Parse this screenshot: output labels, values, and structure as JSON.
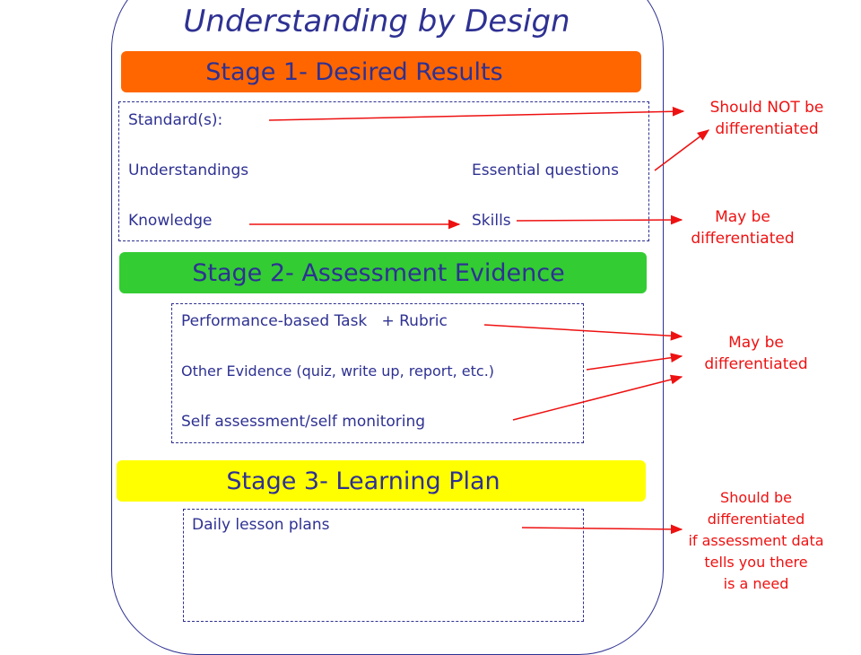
{
  "title": "Understanding by Design",
  "stages": {
    "stage1": {
      "label": "Stage 1- Desired Results",
      "items": {
        "standards": "Standard(s):",
        "understandings": "Understandings",
        "essential_questions": "Essential questions",
        "knowledge": "Knowledge",
        "skills": "Skills"
      }
    },
    "stage2": {
      "label": "Stage 2- Assessment Evidence",
      "items": {
        "performance_task": "Performance-based Task   + Rubric",
        "other_evidence": "Other Evidence (quiz, write up, report, etc.)",
        "self_assessment": "Self assessment/self monitoring"
      }
    },
    "stage3": {
      "label": "Stage 3- Learning Plan",
      "items": {
        "daily_lessons": "Daily lesson plans"
      }
    }
  },
  "notes": {
    "note1": [
      "Should NOT be",
      "differentiated"
    ],
    "note2": [
      "May be",
      "differentiated"
    ],
    "note3": [
      "May be",
      "differentiated"
    ],
    "note4": [
      "Should be",
      "differentiated",
      "if assessment data",
      "tells you there",
      "is a need"
    ]
  },
  "colors": {
    "stage1": "#ff6600",
    "stage2": "#33cc33",
    "stage3": "#ffff00",
    "text": "#2e3192",
    "notes": "#ee1111"
  }
}
